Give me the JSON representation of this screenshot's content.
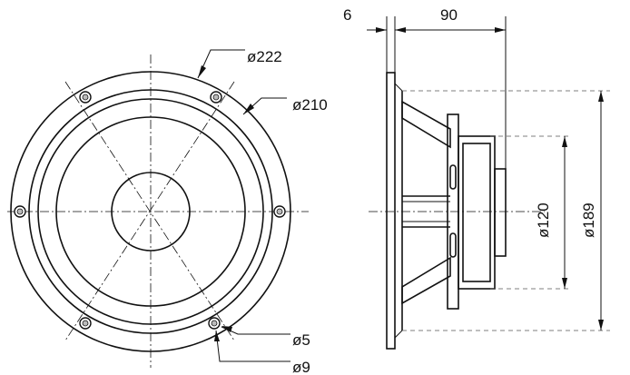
{
  "dimensions": {
    "outer_diameter": "ø222",
    "mount_circle_diameter": "ø210",
    "hole_diameter": "ø5",
    "hole_counterbore_diameter": "ø9",
    "flange_thickness": "6",
    "mounting_depth": "90",
    "magnet_diameter": "ø120",
    "cutout_diameter": "ø189"
  }
}
